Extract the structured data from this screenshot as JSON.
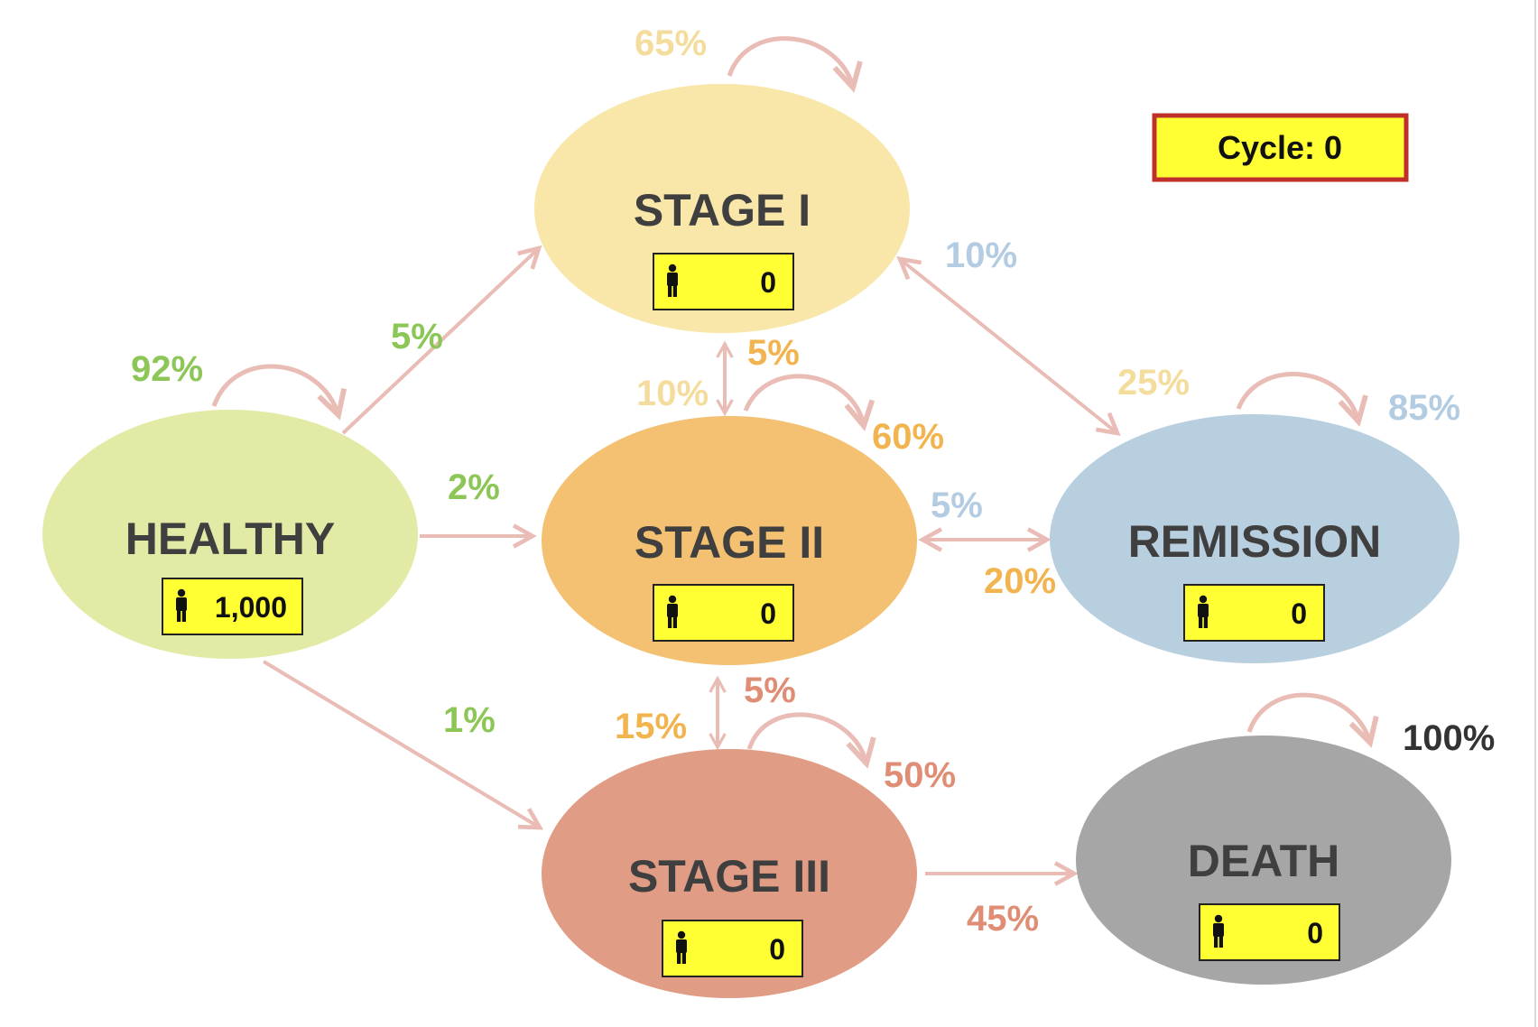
{
  "colors": {
    "healthy": "#e2eaa6",
    "stage1": "#f9e6a9",
    "stage2": "#f4c172",
    "stage3": "#e09c84",
    "remission": "#b8cfe0",
    "death": "#a6a6a6",
    "box_fill": "#ffff33",
    "cycle_border": "#c0302b",
    "arrow": "#e9bcb6",
    "green": "#8cc657",
    "light_yellow": "#f4dd9c",
    "orange": "#f2b44e",
    "salmon": "#e08d76",
    "blue": "#b3cce2",
    "dark": "#333333"
  },
  "cycle": {
    "label": "Cycle: 0"
  },
  "person_icon": "person-icon",
  "states": {
    "healthy": {
      "label": "HEALTHY",
      "count": "1,000"
    },
    "stage1": {
      "label": "STAGE I",
      "count": "0"
    },
    "stage2": {
      "label": "STAGE II",
      "count": "0"
    },
    "stage3": {
      "label": "STAGE III",
      "count": "0"
    },
    "remission": {
      "label": "REMISSION",
      "count": "0"
    },
    "death": {
      "label": "DEATH",
      "count": "0"
    }
  },
  "probabilities": {
    "healthy_stay": "92%",
    "healthy_to_stage1": "5%",
    "healthy_to_stage2": "2%",
    "healthy_to_stage3": "1%",
    "stage1_stay": "65%",
    "stage1_to_stage2": "5%",
    "stage2_to_stage1": "10%",
    "stage1_to_remission": "25%",
    "remission_to_stage1": "10%",
    "stage2_stay": "60%",
    "stage2_to_remission": "20%",
    "remission_to_stage2": "5%",
    "stage2_to_stage3": "5%",
    "stage3_to_stage2": "15%",
    "stage3_stay": "50%",
    "stage3_to_death": "45%",
    "remission_stay": "85%",
    "death_stay": "100%"
  }
}
